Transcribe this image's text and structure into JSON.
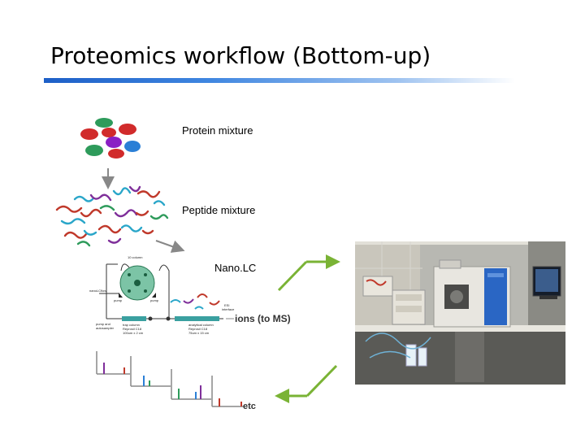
{
  "slide": {
    "title": "Proteomics workflow (Bottom-up)",
    "accent_colors": [
      "#1d5fc7",
      "#3f86e0",
      "#9fc3f0"
    ]
  },
  "stages": {
    "protein_label": "Protein mixture",
    "peptide_label": "Peptide mixture",
    "nanolc_label": "Nano.LC",
    "ions_label": "ions (to MS)",
    "etc_label": "etc"
  },
  "lc_schematic": {
    "top_label": "10 column",
    "left_label": "nanoLCflow",
    "valve_left": "pump",
    "valve_right": "pump",
    "esi_label": "ESI",
    "esi_sub": "interface",
    "pump_label": "pump and",
    "pump_sub": "autosampler",
    "trap_label": "trap column",
    "trap_sub1": "Reprosil C18",
    "trap_sub2": "100um x 2 cm",
    "analytical_label": "analytical column",
    "analytical_sub1": "Reprosil C18",
    "analytical_sub2": "75um x 15 cm"
  },
  "icons": [
    "protein-blob-icon",
    "arrow-down-icon",
    "arrow-right-icon",
    "valve-icon",
    "mass-spectrum-icon",
    "instrument-photo"
  ]
}
